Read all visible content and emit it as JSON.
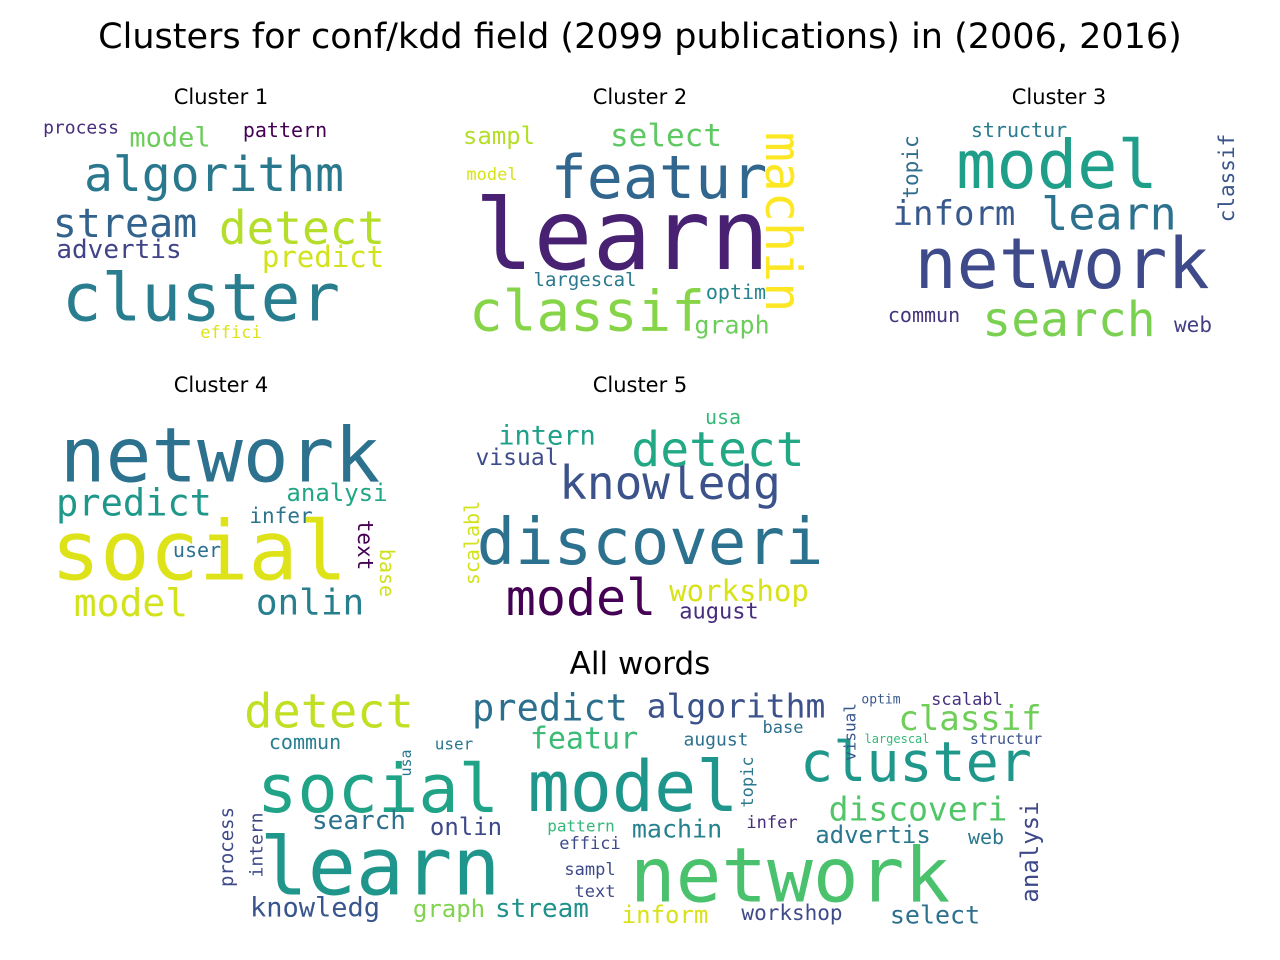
{
  "figure": {
    "title": "Clusters for conf/kdd field (2099 publications) in (2006, 2016)"
  },
  "chart_data": [
    {
      "type": "wordcloud",
      "title": "Cluster 1",
      "words": [
        {
          "text": "cluster",
          "weight": 1.0,
          "color": "#287d8e",
          "rotate": 0
        },
        {
          "text": "algorithm",
          "weight": 0.75,
          "color": "#2a788e",
          "rotate": 0
        },
        {
          "text": "stream",
          "weight": 0.6,
          "color": "#33638d",
          "rotate": 0
        },
        {
          "text": "detect",
          "weight": 0.6,
          "color": "#b5de2b",
          "rotate": 0
        },
        {
          "text": "model",
          "weight": 0.38,
          "color": "#6ccd5a",
          "rotate": 0
        },
        {
          "text": "advertis",
          "weight": 0.38,
          "color": "#414487",
          "rotate": 0
        },
        {
          "text": "predict",
          "weight": 0.38,
          "color": "#d2e21b",
          "rotate": 0
        },
        {
          "text": "process",
          "weight": 0.25,
          "color": "#472d7b",
          "rotate": 0
        },
        {
          "text": "pattern",
          "weight": 0.25,
          "color": "#440154",
          "rotate": 0
        },
        {
          "text": "effici",
          "weight": 0.2,
          "color": "#dde318",
          "rotate": 0
        }
      ]
    },
    {
      "type": "wordcloud",
      "title": "Cluster 2",
      "words": [
        {
          "text": "learn",
          "weight": 1.0,
          "color": "#482173",
          "rotate": 0
        },
        {
          "text": "featur",
          "weight": 0.65,
          "color": "#31668e",
          "rotate": 0
        },
        {
          "text": "classif",
          "weight": 0.65,
          "color": "#86d549",
          "rotate": 0
        },
        {
          "text": "machin",
          "weight": 0.65,
          "color": "#fde725",
          "rotate": 90
        },
        {
          "text": "select",
          "weight": 0.38,
          "color": "#5ec962",
          "rotate": 0
        },
        {
          "text": "sampl",
          "weight": 0.3,
          "color": "#b5de2b",
          "rotate": 0
        },
        {
          "text": "graph",
          "weight": 0.3,
          "color": "#6ccd5a",
          "rotate": 0
        },
        {
          "text": "largescal",
          "weight": 0.25,
          "color": "#2a788e",
          "rotate": 0
        },
        {
          "text": "optim",
          "weight": 0.25,
          "color": "#25858e",
          "rotate": 0
        },
        {
          "text": "model",
          "weight": 0.22,
          "color": "#d8e219",
          "rotate": 0
        }
      ]
    },
    {
      "type": "wordcloud",
      "title": "Cluster 3",
      "words": [
        {
          "text": "network",
          "weight": 1.0,
          "color": "#3e4a89",
          "rotate": 0
        },
        {
          "text": "model",
          "weight": 0.9,
          "color": "#1f9e89",
          "rotate": 0
        },
        {
          "text": "learn",
          "weight": 0.65,
          "color": "#2c728e",
          "rotate": 0
        },
        {
          "text": "search",
          "weight": 0.65,
          "color": "#7ad151",
          "rotate": 0
        },
        {
          "text": "inform",
          "weight": 0.45,
          "color": "#38598c",
          "rotate": 0
        },
        {
          "text": "structur",
          "weight": 0.25,
          "color": "#287c8e",
          "rotate": 0
        },
        {
          "text": "topic",
          "weight": 0.25,
          "color": "#2e6e8e",
          "rotate": 270
        },
        {
          "text": "classif",
          "weight": 0.25,
          "color": "#39558c",
          "rotate": 270
        },
        {
          "text": "commun",
          "weight": 0.25,
          "color": "#46337e",
          "rotate": 0
        },
        {
          "text": "web",
          "weight": 0.25,
          "color": "#433e85",
          "rotate": 0
        }
      ]
    },
    {
      "type": "wordcloud",
      "title": "Cluster 4",
      "words": [
        {
          "text": "network",
          "weight": 1.0,
          "color": "#2c718e",
          "rotate": 0
        },
        {
          "text": "social",
          "weight": 1.0,
          "color": "#dde318",
          "rotate": 0
        },
        {
          "text": "predict",
          "weight": 0.55,
          "color": "#1f988b",
          "rotate": 0
        },
        {
          "text": "model",
          "weight": 0.55,
          "color": "#d2e21b",
          "rotate": 0
        },
        {
          "text": "onlin",
          "weight": 0.5,
          "color": "#277f8e",
          "rotate": 0
        },
        {
          "text": "analysi",
          "weight": 0.32,
          "color": "#21a685",
          "rotate": 0
        },
        {
          "text": "infer",
          "weight": 0.28,
          "color": "#2c738e",
          "rotate": 0
        },
        {
          "text": "user",
          "weight": 0.25,
          "color": "#2d718e",
          "rotate": 0
        },
        {
          "text": "text",
          "weight": 0.28,
          "color": "#440154",
          "rotate": 90
        },
        {
          "text": "base",
          "weight": 0.28,
          "color": "#d0e11c",
          "rotate": 90
        }
      ]
    },
    {
      "type": "wordcloud",
      "title": "Cluster 5",
      "words": [
        {
          "text": "discoveri",
          "weight": 1.0,
          "color": "#2c728e",
          "rotate": 0
        },
        {
          "text": "knowledg",
          "weight": 0.75,
          "color": "#3b528b",
          "rotate": 0
        },
        {
          "text": "detect",
          "weight": 0.75,
          "color": "#22a884",
          "rotate": 0
        },
        {
          "text": "model",
          "weight": 0.75,
          "color": "#440154",
          "rotate": 0
        },
        {
          "text": "workshop",
          "weight": 0.45,
          "color": "#d8e219",
          "rotate": 0
        },
        {
          "text": "intern",
          "weight": 0.4,
          "color": "#1fa088",
          "rotate": 0
        },
        {
          "text": "visual",
          "weight": 0.35,
          "color": "#3e4c8a",
          "rotate": 0
        },
        {
          "text": "august",
          "weight": 0.35,
          "color": "#472d7b",
          "rotate": 0
        },
        {
          "text": "usa",
          "weight": 0.3,
          "color": "#35b779",
          "rotate": 0
        },
        {
          "text": "scalabl",
          "weight": 0.35,
          "color": "#d2e21b",
          "rotate": 270
        }
      ]
    },
    {
      "type": "wordcloud",
      "title": "All words",
      "words": [
        {
          "text": "social",
          "weight": 1.0,
          "color": "#20a386",
          "rotate": 0
        },
        {
          "text": "model",
          "weight": 1.0,
          "color": "#1f968b",
          "rotate": 0
        },
        {
          "text": "learn",
          "weight": 1.0,
          "color": "#1f958b",
          "rotate": 0
        },
        {
          "text": "network",
          "weight": 1.0,
          "color": "#4ac16d",
          "rotate": 0
        },
        {
          "text": "cluster",
          "weight": 0.8,
          "color": "#1f988b",
          "rotate": 0
        },
        {
          "text": "detect",
          "weight": 0.6,
          "color": "#c2df23",
          "rotate": 0
        },
        {
          "text": "predict",
          "weight": 0.5,
          "color": "#2d708e",
          "rotate": 0
        },
        {
          "text": "algorithm",
          "weight": 0.4,
          "color": "#3b528b",
          "rotate": 0
        },
        {
          "text": "classif",
          "weight": 0.4,
          "color": "#6ece58",
          "rotate": 0
        },
        {
          "text": "featur",
          "weight": 0.35,
          "color": "#3bbb75",
          "rotate": 0
        },
        {
          "text": "discoveri",
          "weight": 0.4,
          "color": "#52c569",
          "rotate": 0
        },
        {
          "text": "search",
          "weight": 0.3,
          "color": "#2c728e",
          "rotate": 0
        },
        {
          "text": "onlin",
          "weight": 0.3,
          "color": "#3e4989",
          "rotate": 0
        },
        {
          "text": "machin",
          "weight": 0.3,
          "color": "#26818e",
          "rotate": 0
        },
        {
          "text": "advertis",
          "weight": 0.3,
          "color": "#2a788e",
          "rotate": 0
        },
        {
          "text": "knowledg",
          "weight": 0.3,
          "color": "#39568c",
          "rotate": 0
        },
        {
          "text": "graph",
          "weight": 0.3,
          "color": "#7fd34e",
          "rotate": 0
        },
        {
          "text": "stream",
          "weight": 0.3,
          "color": "#21918c",
          "rotate": 0
        },
        {
          "text": "inform",
          "weight": 0.28,
          "color": "#d8e219",
          "rotate": 0
        },
        {
          "text": "workshop",
          "weight": 0.25,
          "color": "#3e4a89",
          "rotate": 0
        },
        {
          "text": "select",
          "weight": 0.28,
          "color": "#2d708e",
          "rotate": 0
        },
        {
          "text": "analysi",
          "weight": 0.3,
          "color": "#3e4989",
          "rotate": 270
        },
        {
          "text": "commun",
          "weight": 0.22,
          "color": "#277f8e",
          "rotate": 0
        },
        {
          "text": "user",
          "weight": 0.18,
          "color": "#2a788e",
          "rotate": 0
        },
        {
          "text": "usa",
          "weight": 0.15,
          "color": "#2a788e",
          "rotate": 270
        },
        {
          "text": "august",
          "weight": 0.2,
          "color": "#2d708e",
          "rotate": 0
        },
        {
          "text": "base",
          "weight": 0.2,
          "color": "#2e6e8e",
          "rotate": 0
        },
        {
          "text": "topic",
          "weight": 0.2,
          "color": "#2a788e",
          "rotate": 270
        },
        {
          "text": "visual",
          "weight": 0.2,
          "color": "#39568c",
          "rotate": 270
        },
        {
          "text": "optim",
          "weight": 0.15,
          "color": "#38598c",
          "rotate": 0
        },
        {
          "text": "scalabl",
          "weight": 0.2,
          "color": "#46327e",
          "rotate": 0
        },
        {
          "text": "largescal",
          "weight": 0.15,
          "color": "#35b779",
          "rotate": 0
        },
        {
          "text": "structur",
          "weight": 0.18,
          "color": "#3b528b",
          "rotate": 0
        },
        {
          "text": "web",
          "weight": 0.22,
          "color": "#2a788e",
          "rotate": 0
        },
        {
          "text": "infer",
          "weight": 0.18,
          "color": "#472d7b",
          "rotate": 0
        },
        {
          "text": "pattern",
          "weight": 0.18,
          "color": "#35b779",
          "rotate": 0
        },
        {
          "text": "effici",
          "weight": 0.2,
          "color": "#3e4a89",
          "rotate": 0
        },
        {
          "text": "sampl",
          "weight": 0.2,
          "color": "#3e4989",
          "rotate": 0
        },
        {
          "text": "text",
          "weight": 0.2,
          "color": "#3e4a89",
          "rotate": 0
        },
        {
          "text": "intern",
          "weight": 0.2,
          "color": "#3e4989",
          "rotate": 270
        },
        {
          "text": "process",
          "weight": 0.2,
          "color": "#3e4989",
          "rotate": 270
        }
      ]
    }
  ]
}
